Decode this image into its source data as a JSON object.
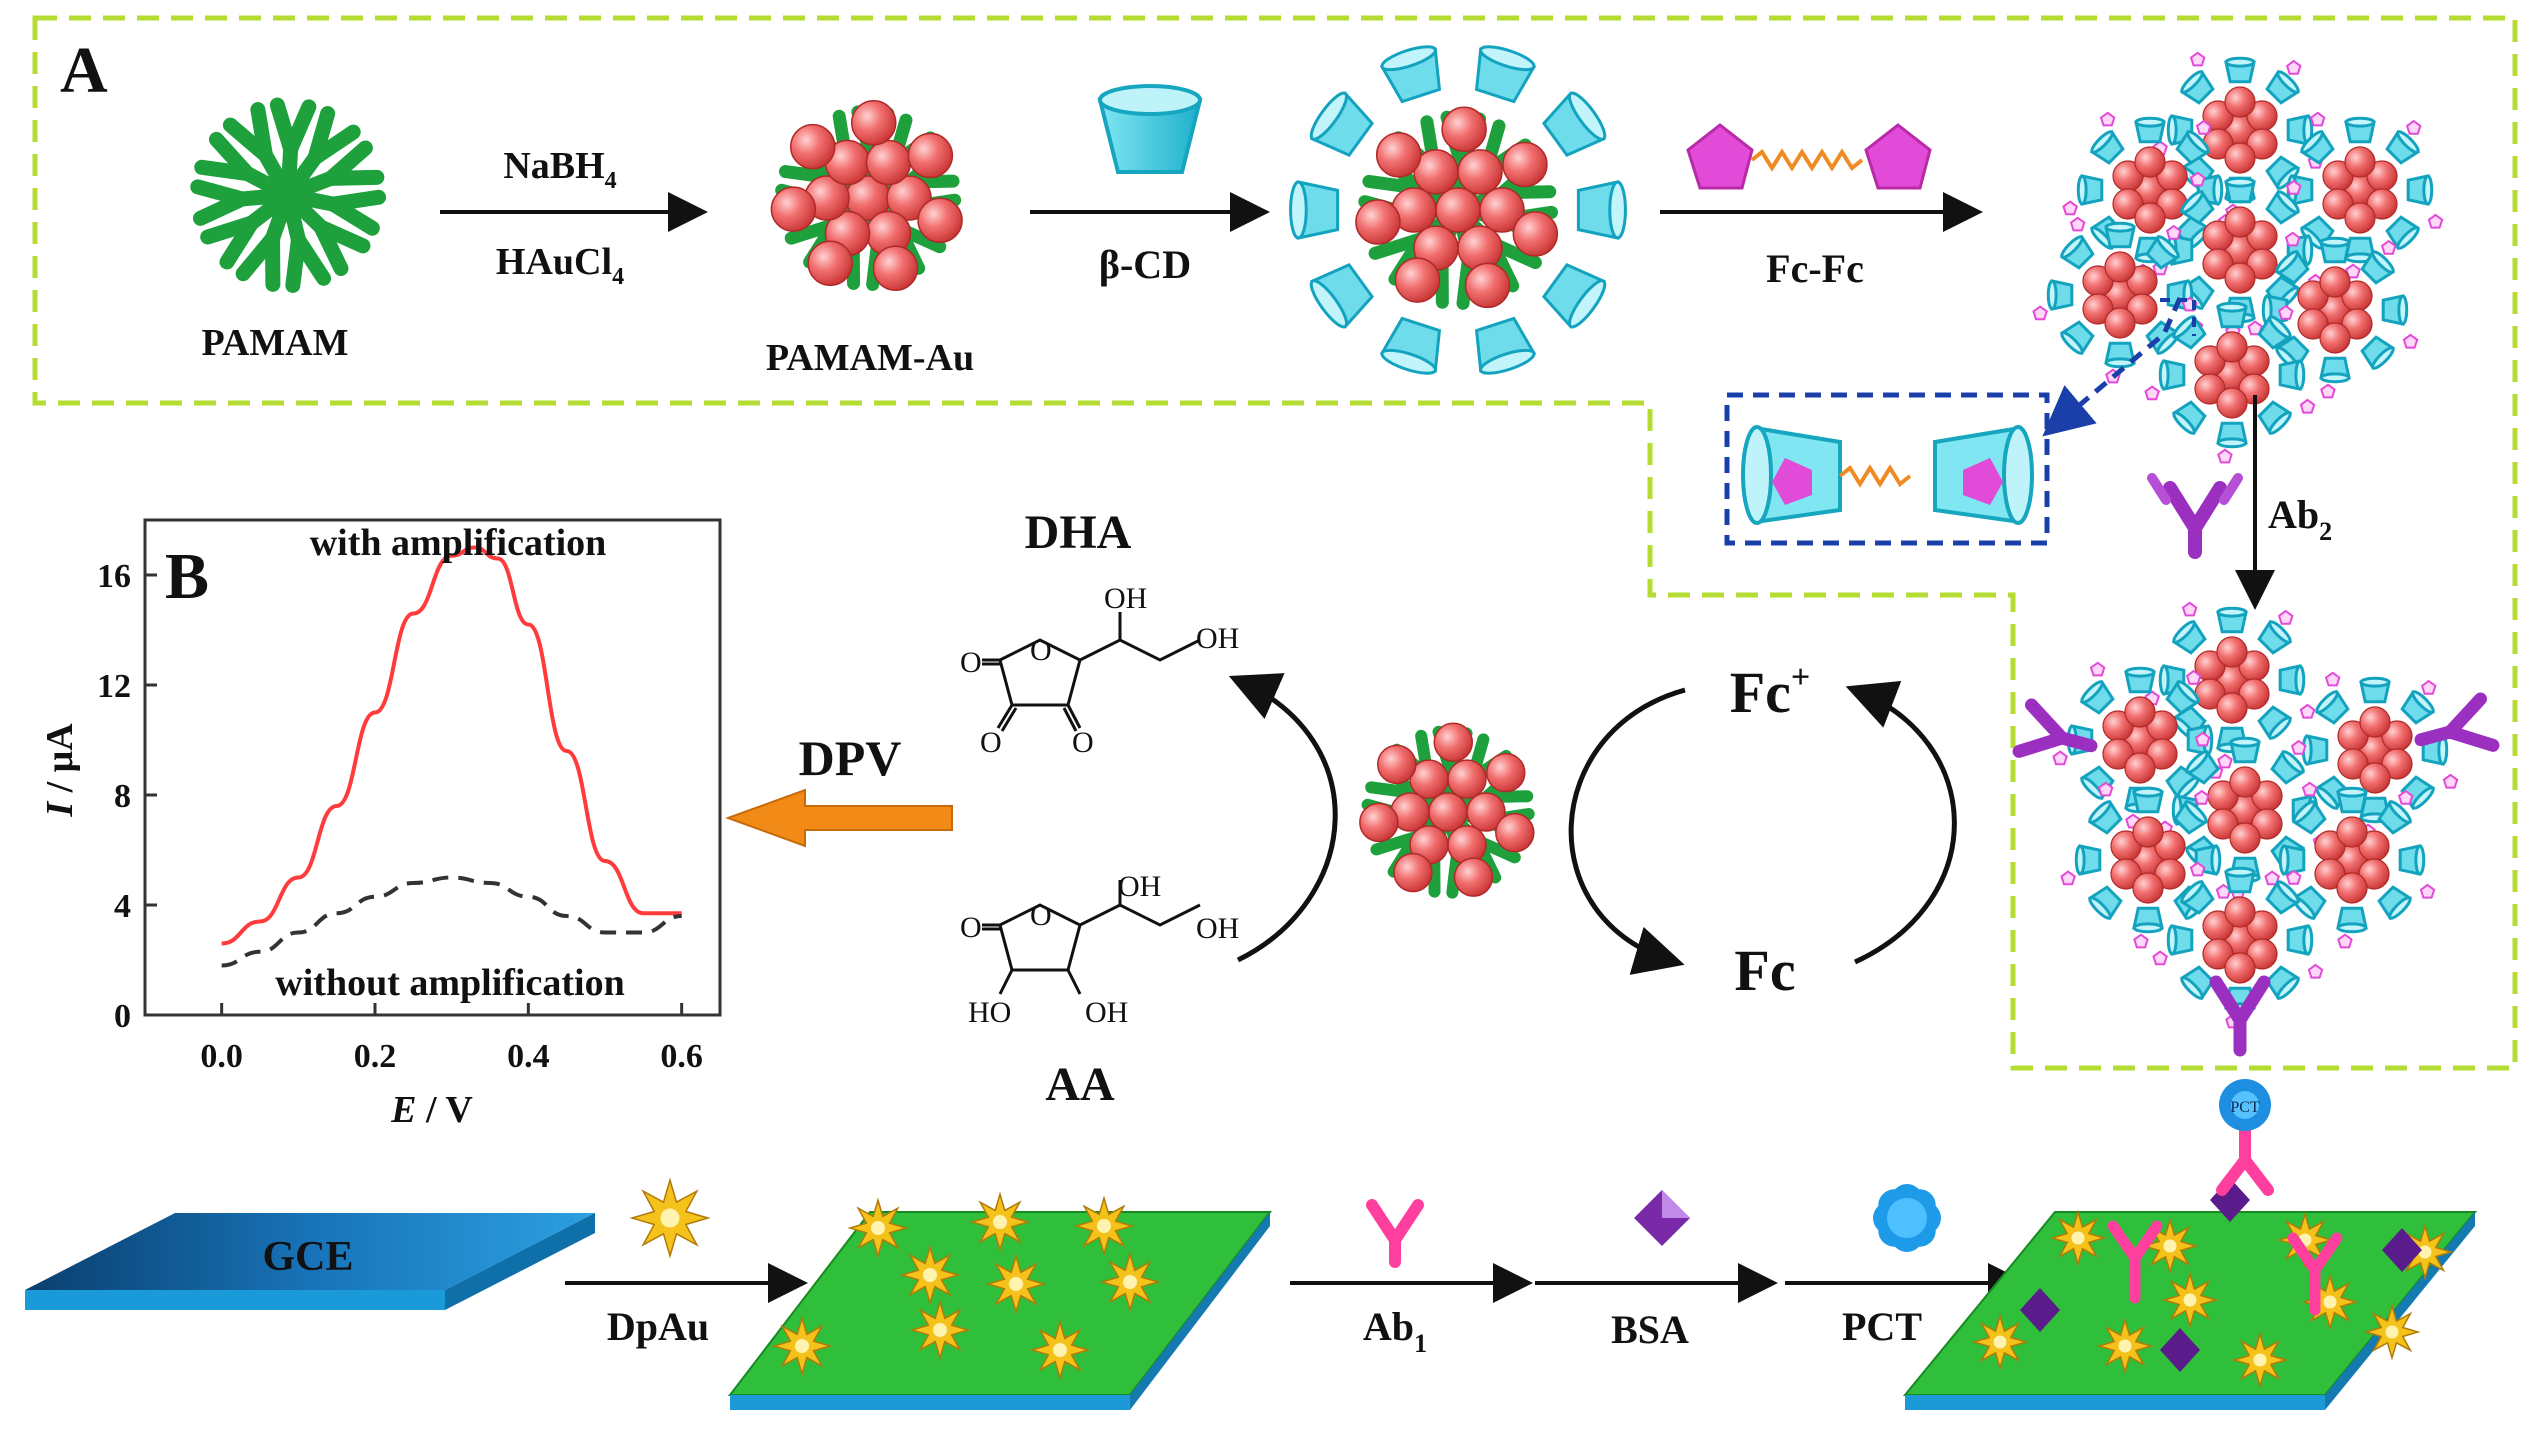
{
  "panel_a": {
    "letter": "A",
    "pamam_label": "PAMAM",
    "pamam_au_label": "PAMAM-Au",
    "step1_top": "NaBH",
    "step1_top_sub": "4",
    "step1_bottom": "HAuCl",
    "step1_bottom_sub": "4",
    "step2_label": "β-CD",
    "step3_label": "Fc-Fc",
    "ab2_label": "Ab",
    "ab2_sub": "2"
  },
  "panel_b": {
    "letter": "B",
    "dpv_label": "DPV",
    "dha_label": "DHA",
    "aa_label": "AA",
    "fc_plus_label": "Fc",
    "fc_plus_sup": "+",
    "fc_label": "Fc",
    "pct_tag": "PCT"
  },
  "chart_data": {
    "type": "line",
    "xlabel_italic": "E",
    "xlabel_rest": " / V",
    "ylabel_italic": "I",
    "ylabel_rest": " / μA",
    "xlim": [
      -0.1,
      0.65
    ],
    "ylim": [
      0,
      18
    ],
    "x_ticks": [
      "0.0",
      "0.2",
      "0.4",
      "0.6"
    ],
    "y_ticks": [
      "0",
      "4",
      "8",
      "12",
      "16"
    ],
    "annotations": [
      "with amplification",
      "without amplification"
    ],
    "series": [
      {
        "color": "#ff3b3b",
        "style": "solid",
        "x": [
          0.0,
          0.05,
          0.1,
          0.15,
          0.2,
          0.25,
          0.3,
          0.33,
          0.36,
          0.4,
          0.45,
          0.5,
          0.55,
          0.6
        ],
        "y": [
          2.6,
          3.4,
          5.0,
          7.6,
          11.0,
          14.6,
          16.7,
          17.0,
          16.6,
          14.2,
          9.6,
          5.6,
          3.7,
          3.7
        ]
      },
      {
        "color": "#333333",
        "style": "dashed",
        "x": [
          0.0,
          0.05,
          0.1,
          0.15,
          0.2,
          0.25,
          0.3,
          0.35,
          0.4,
          0.45,
          0.5,
          0.55,
          0.6
        ],
        "y": [
          1.8,
          2.3,
          3.0,
          3.7,
          4.3,
          4.8,
          5.0,
          4.8,
          4.3,
          3.6,
          3.0,
          3.0,
          3.6
        ]
      }
    ]
  },
  "bottom": {
    "gce_label": "GCE",
    "dpau_label": "DpAu",
    "ab1_label": "Ab",
    "ab1_sub": "1",
    "bsa_label": "BSA",
    "pct_label": "PCT"
  },
  "molecules": {
    "dha_atoms": [
      "O",
      "O",
      "O",
      "O",
      "OH",
      "OH"
    ],
    "aa_atoms": [
      "O",
      "O",
      "HO",
      "OH",
      "OH",
      "OH"
    ]
  },
  "colors": {
    "dashed_border": "#b5dc32",
    "blue_box": "#1a3fa8",
    "dendrimer": "#1ea13c",
    "gold_np": "#f26b6b",
    "cyclodextrin": "#39c6dc",
    "ferrocene": "#e24ad8",
    "antibody": "#9b2fc0",
    "ab1": "#ff3f9e",
    "gce": "#1f73b8",
    "surface": "#2fbf3a",
    "dpv_arrow": "#f28a17"
  }
}
